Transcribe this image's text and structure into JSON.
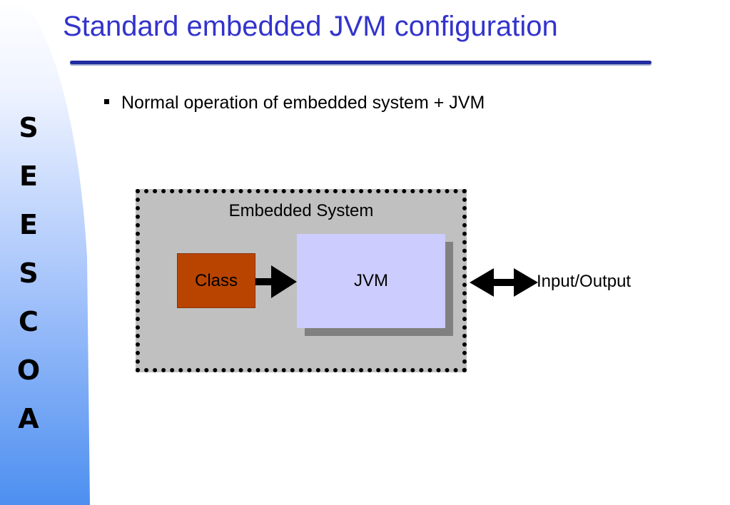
{
  "slide": {
    "title": "Standard embedded JVM configuration",
    "bullets": [
      "Normal operation of embedded system + JVM"
    ]
  },
  "sidebar": {
    "letters": [
      "S",
      "E",
      "E",
      "S",
      "C",
      "O",
      "A"
    ]
  },
  "diagram": {
    "container_label": "Embedded System",
    "class_label": "Class",
    "jvm_label": "JVM",
    "io_label": "Input/Output"
  },
  "colors": {
    "title": "#3333cc",
    "title_rule": "#1f2b9e",
    "sidebar_top": "#ffffff",
    "sidebar_bottom": "#4d8ff0",
    "container_fill": "#c0c0c0",
    "class_fill": "#b84400",
    "jvm_fill": "#ccccff",
    "jvm_shadow": "#808080"
  }
}
